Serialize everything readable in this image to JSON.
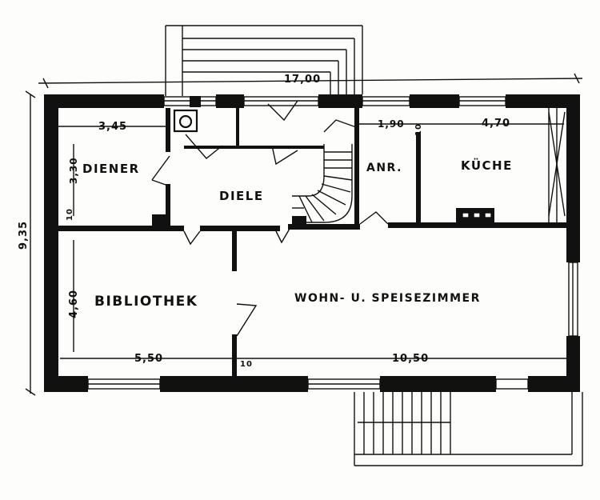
{
  "plan": {
    "rooms": {
      "diener": "DIENER",
      "diele": "DIELE",
      "anr": "ANR.",
      "kueche": "KÜCHE",
      "bibliothek": "BIBLIOTHEK",
      "wohn": "WOHN- U. SPEISEZIMMER"
    },
    "dimensions": {
      "total_width": "17,00",
      "total_depth": "9,35",
      "diener_width": "3,45",
      "diener_depth": "3,30",
      "anr_width": "1,90",
      "kueche_width": "4,70",
      "bibliothek_depth": "4,60",
      "bibliothek_width": "5,50",
      "wohn_width": "10,50",
      "wall_a": "10",
      "wall_b": "10",
      "wall_c": "10"
    }
  }
}
